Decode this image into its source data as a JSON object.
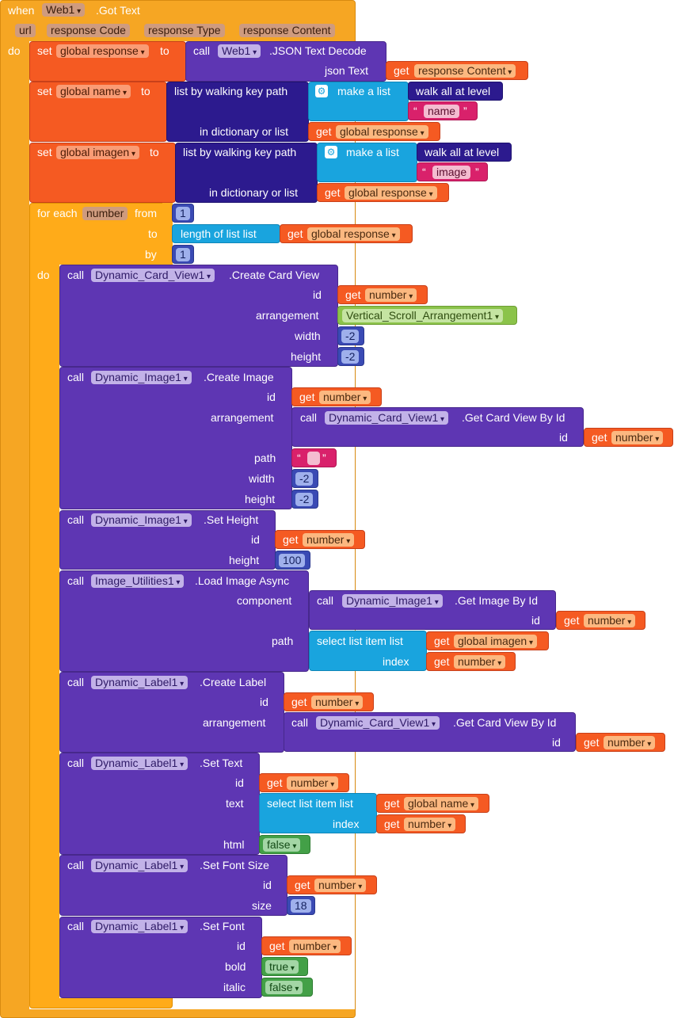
{
  "event": {
    "when": "when",
    "component": "Web1",
    "event": ".Got Text",
    "params": [
      "url",
      "response Code",
      "response Type",
      "response Content"
    ],
    "do": "do"
  },
  "kw": {
    "set": "set",
    "to": "to",
    "call": "call",
    "get": "get",
    "do": "do",
    "for_each": "for each",
    "from": "from",
    "by": "by",
    "json_decode": ".JSON Text Decode",
    "json_text": "json Text",
    "walk_path": "list by walking key path",
    "in_dict": "in dictionary or list",
    "make_list": "make a list",
    "walk_all": "walk all at level",
    "length_of_list": "length of list  list",
    "select_item": "select list item  list",
    "index": "index",
    "id": "id",
    "arrangement": "arrangement",
    "width": "width",
    "height": "height",
    "path": "path",
    "component": "component",
    "text": "text",
    "html": "html",
    "size": "size",
    "bold": "bold",
    "italic": "italic"
  },
  "vars": {
    "response": "global response",
    "name": "global name",
    "imagen": "global imagen",
    "response_content": "response Content",
    "number": "number"
  },
  "strings": {
    "name": "name",
    "image": "image",
    "empty": " "
  },
  "loop": {
    "from": "1",
    "by": "1"
  },
  "components": {
    "web": "Web1",
    "card": "Dynamic_Card_View1",
    "image": "Dynamic_Image1",
    "util": "Image_Utilities1",
    "label": "Dynamic_Label1",
    "arrangement": "Vertical_Scroll_Arrangement1"
  },
  "methods": {
    "create_card": ".Create Card View",
    "create_image": ".Create Image",
    "get_card": ".Get Card View By Id",
    "set_height": ".Set Height",
    "load_image": ".Load Image Async",
    "get_image": ".Get Image By Id",
    "create_label": ".Create Label",
    "set_text": ".Set Text",
    "set_font_size": ".Set Font Size",
    "set_font": ".Set Font"
  },
  "values": {
    "neg2": "-2",
    "h100": "100",
    "size18": "18",
    "true": "true",
    "false": "false"
  },
  "colors": {
    "event": "#f6a623",
    "control": "#ffab19",
    "set": "#f55a22",
    "call": "#5e36b3",
    "dict": "#2c1a8e",
    "list": "#19a4de",
    "text": "#d9216b",
    "math": "#3a4ab4",
    "component": "#8bc34a",
    "logic": "#43a047"
  }
}
